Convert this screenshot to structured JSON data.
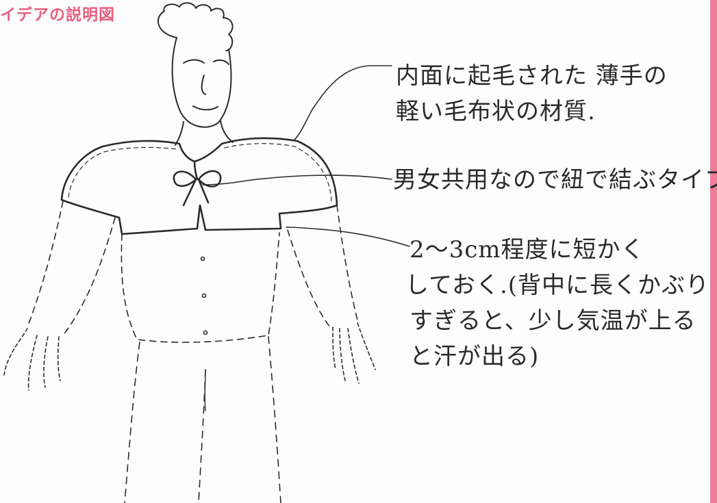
{
  "title": "イデアの説明図",
  "colors": {
    "title": "#e8607f",
    "border": "#ee7d95",
    "ink": "#2a2a2a"
  },
  "annotations": [
    {
      "lines": [
        "内面に起毛された 薄手の",
        "軽い毛布状の材質."
      ]
    },
    {
      "lines": [
        "男女共用なので紐で結ぶタイプ。"
      ]
    },
    {
      "lines": [
        "2～3cm程度に短かく",
        "しておく.(背中に長くかぶり",
        "すぎると、少し気温が上る",
        "と汗が出る)"
      ]
    }
  ]
}
